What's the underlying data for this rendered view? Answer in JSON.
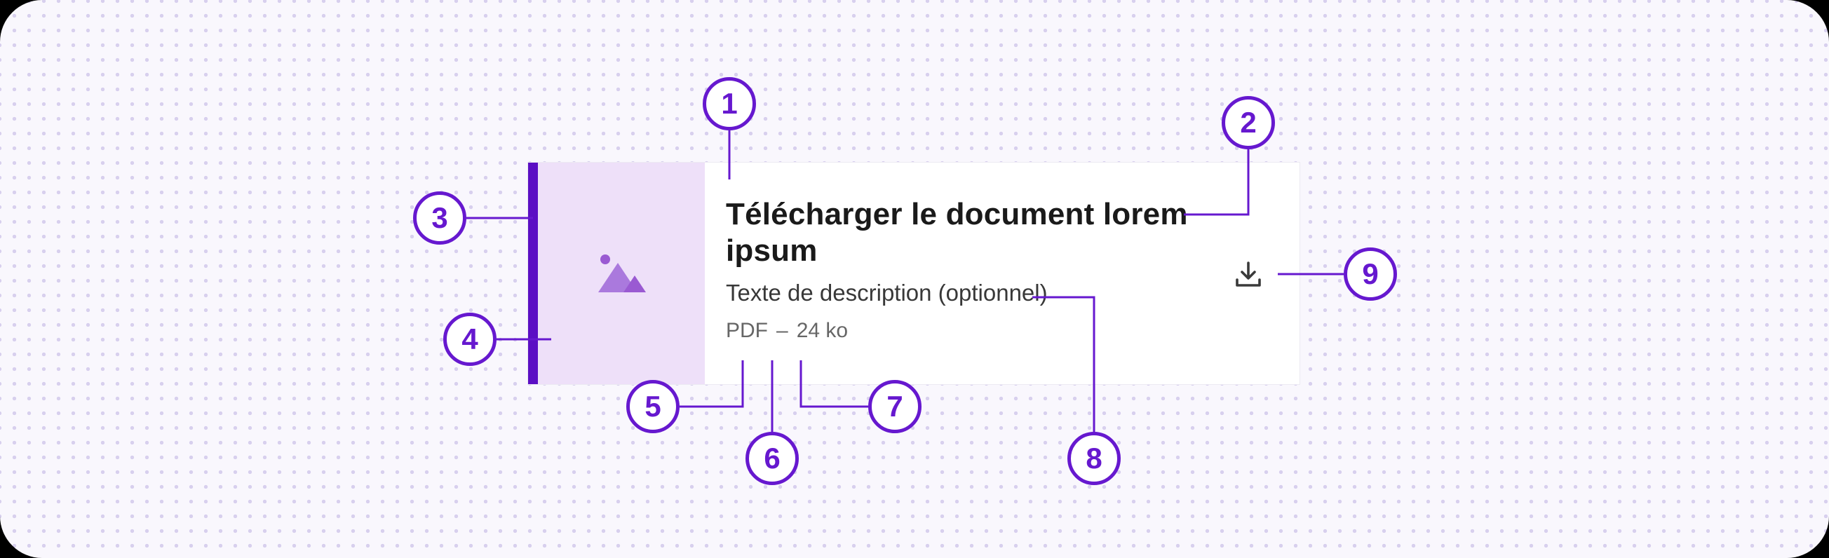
{
  "colors": {
    "accent_purple": "#6618cf",
    "accent_bar": "#5b0ec4",
    "thumbnail_bg": "#eee0f9",
    "thumbnail_icon": "#a06ad6",
    "card_bg": "#ffffff",
    "canvas_bg": "#f9f7fd",
    "dot_pattern": "#d8d0ee",
    "title_color": "#1a1a1a",
    "meta_color": "#666666"
  },
  "card": {
    "title": "Télécharger le document lorem ipsum",
    "description": "Texte de description (optionnel)",
    "file_format": "PDF",
    "separator": "–",
    "file_size": "24 ko",
    "thumbnail_icon": "image-icon",
    "action_icon": "download-icon"
  },
  "callouts": [
    {
      "number": "1",
      "target": "title"
    },
    {
      "number": "2",
      "target": "title-end"
    },
    {
      "number": "3",
      "target": "accent-bar"
    },
    {
      "number": "4",
      "target": "thumbnail"
    },
    {
      "number": "5",
      "target": "file-format"
    },
    {
      "number": "6",
      "target": "separator"
    },
    {
      "number": "7",
      "target": "file-size"
    },
    {
      "number": "8",
      "target": "description"
    },
    {
      "number": "9",
      "target": "download-icon"
    }
  ]
}
